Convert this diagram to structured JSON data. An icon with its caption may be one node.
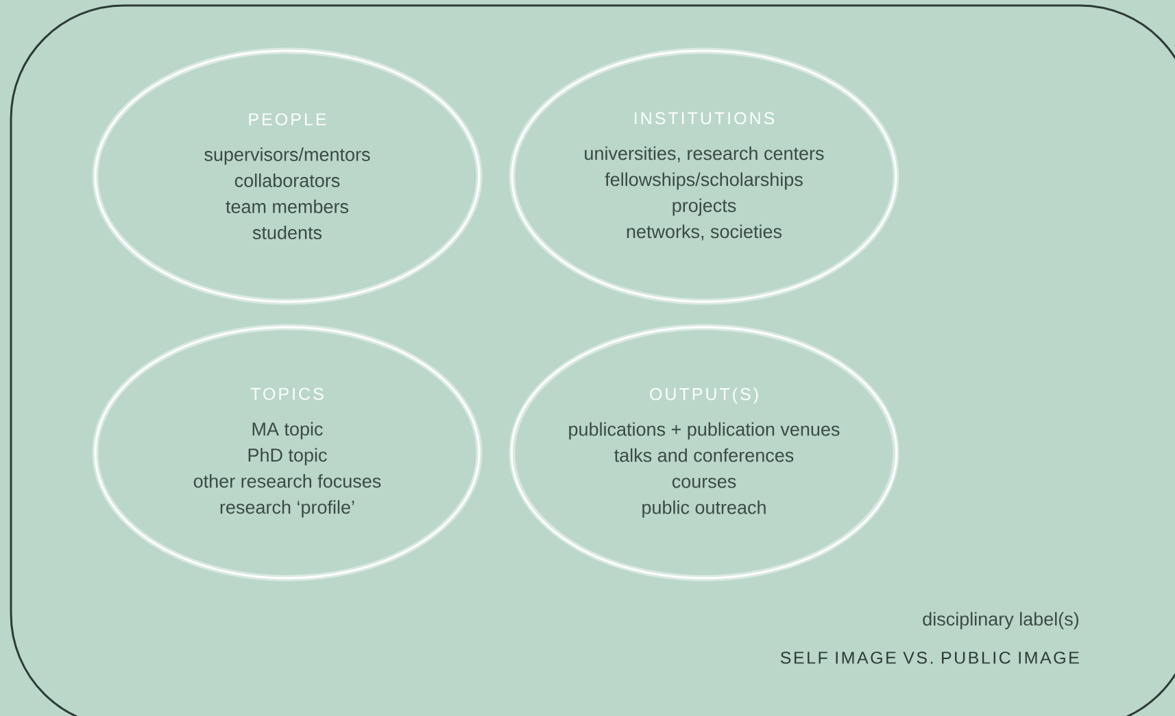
{
  "diagram": {
    "nodes": [
      {
        "text": [
          "disciplinary label(s)",
          "SELF IMAGE VS. PUBLIC IMAGE"
        ]
      },
      {
        "text": [
          "PEOPLE",
          "supervisors/mentors",
          "collaborators",
          "team members",
          "students"
        ],
        "in": 0
      },
      {
        "text": [
          "INSTITUTIONS",
          "universities, research centers",
          "fellowships/scholarships",
          "projects",
          "networks, societies"
        ],
        "in": 0
      },
      {
        "text": [
          "TOPICS",
          "MA topic",
          "PhD topic",
          "other research focuses",
          "research ‘profile’"
        ],
        "in": 0
      },
      {
        "text": [
          "OUTPUT(S)",
          "publications + publication venues",
          "talks and conferences",
          "courses",
          "public outreach"
        ],
        "in": 0
      }
    ]
  }
}
